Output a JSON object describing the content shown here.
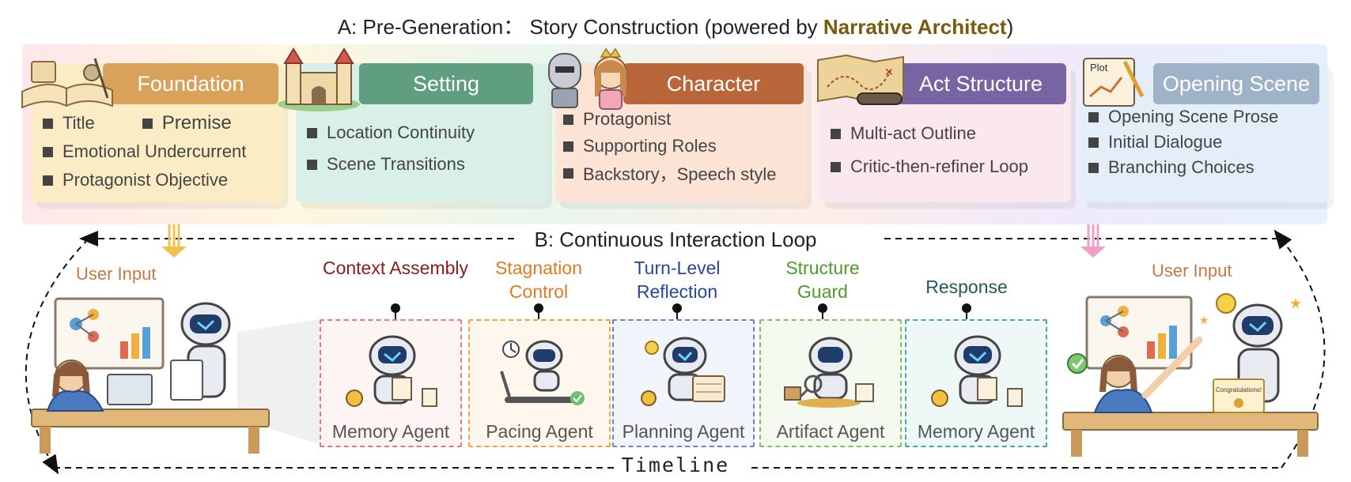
{
  "section_a": {
    "prefix": "A: Pre-Generation： Story Construction (powered by ",
    "highlight": "Narrative Architect",
    "suffix": ")"
  },
  "cards": [
    {
      "title": "Foundation",
      "items": [
        "Title",
        "Premise",
        "Emotional Undercurrent",
        "Protagonist Objective"
      ]
    },
    {
      "title": "Setting",
      "items": [
        "Location Continuity",
        "Scene Transitions"
      ]
    },
    {
      "title": "Character",
      "items": [
        "Protagonist",
        "Supporting Roles",
        "Backstory，Speech style"
      ]
    },
    {
      "title": "Act Structure",
      "items": [
        "Multi-act Outline",
        "Critic-then-refiner Loop"
      ]
    },
    {
      "title": "Opening Scene",
      "items": [
        "Opening Scene Prose",
        "Initial Dialogue",
        "Branching Choices"
      ]
    }
  ],
  "deco_text": {
    "plot_note": "Plot",
    "certificate": "Congratulations!"
  },
  "section_b": {
    "title": "B: Continuous Interaction Loop"
  },
  "user_input_left": "User Input",
  "user_input_right": "User Input",
  "agents": [
    {
      "stage": "Context Assembly",
      "name": "Memory Agent",
      "color": "#8b1a1a"
    },
    {
      "stage": "Stagnation Control",
      "name": "Pacing  Agent",
      "color": "#e07b20"
    },
    {
      "stage": "Turn-Level Reflection",
      "name": "Planning Agent",
      "color": "#2846a0"
    },
    {
      "stage": "Structure Guard",
      "name": "Artifact Agent",
      "color": "#4e9a2a"
    },
    {
      "stage": "Response",
      "name": "Memory Agent",
      "color": "#1f5a5a"
    }
  ],
  "timeline": "Timeline",
  "colors": {
    "foundation": "#d9a25a",
    "setting": "#5f9e80",
    "character": "#b9663a",
    "act_structure": "#7664a3",
    "opening_scene": "#9fb3c8",
    "user_input": "#c07a48",
    "highlight": "#7a5a10"
  },
  "icons": [
    "open-book-icon",
    "castle-icon",
    "knight-princess-icon",
    "treasure-map-icon",
    "plot-notepad-icon",
    "robot-icon",
    "person-at-desk-icon",
    "whiteboard-icon",
    "treadmill-icon",
    "clock-icon",
    "checklist-icon",
    "lightbulb-icon",
    "magnifier-icon"
  ]
}
